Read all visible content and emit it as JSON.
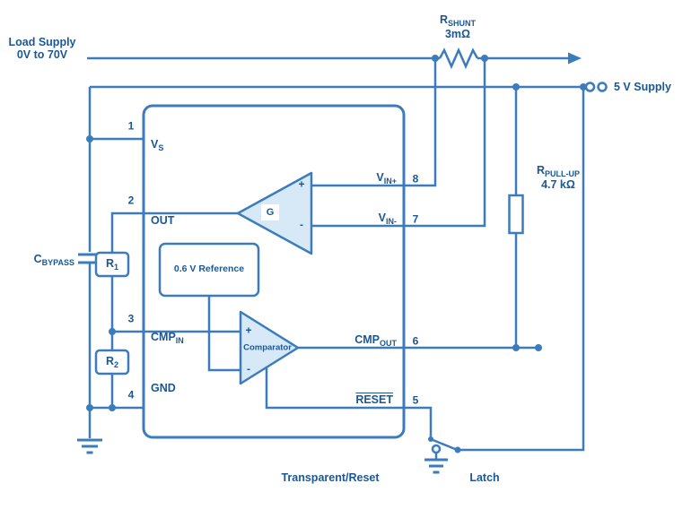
{
  "colors": {
    "wire": "#3c7cbc",
    "text": "#1b5795",
    "component_fill": "#d7e9f6",
    "background": "#ffffff"
  },
  "labels": {
    "load_supply_1": "Load Supply",
    "load_supply_2": "0V to 70V",
    "supply_5v": "5 V Supply",
    "shunt_main": "R",
    "shunt_sub": "SHUNT",
    "shunt_value": "3mΩ",
    "pullup_main": "R",
    "pullup_sub": "PULL-UP",
    "pullup_value": "4.7 kΩ",
    "cap_main": "C",
    "cap_sub": "BYPASS",
    "r1_main": "R",
    "r1_sub": "1",
    "r2_main": "R",
    "r2_sub": "2",
    "transparent_reset": "Transparent/Reset",
    "latch": "Latch"
  },
  "ic": {
    "pin1_num": "1",
    "pin1_main": "V",
    "pin1_sub": "S",
    "pin2_num": "2",
    "pin2_label": "OUT",
    "pin3_num": "3",
    "pin3_main": "CMP",
    "pin3_sub": "IN",
    "pin4_num": "4",
    "pin4_label": "GND",
    "pin5_num": "5",
    "pin5_label": "RESET",
    "pin6_num": "6",
    "pin6_main": "CMP",
    "pin6_sub": "OUT",
    "pin7_num": "7",
    "pin7_main": "V",
    "pin7_sub": "IN-",
    "pin8_num": "8",
    "pin8_main": "V",
    "pin8_sub": "IN+",
    "amp_gain": "G",
    "amp_plus": "+",
    "amp_minus": "-",
    "reference_label": "0.6 V Reference",
    "comparator_label": "Comparator",
    "comp_plus": "+",
    "comp_minus": "-"
  }
}
